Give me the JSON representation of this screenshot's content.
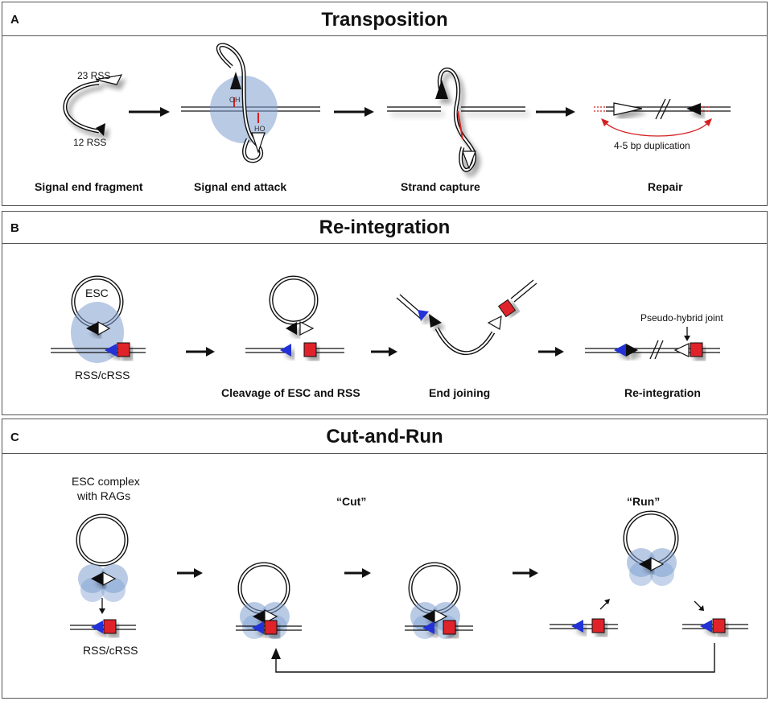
{
  "panels": {
    "a": {
      "letter": "A",
      "title": "Transposition",
      "labels": {
        "rss23": "23 RSS",
        "rss12": "12 RSS",
        "oh_top": "OH",
        "oh_bottom": "HO",
        "duplication": "4-5 bp duplication"
      },
      "steps": [
        "Signal end fragment",
        "Signal end attack",
        "Strand capture",
        "Repair"
      ]
    },
    "b": {
      "letter": "B",
      "title": "Re-integration",
      "labels": {
        "esc": "ESC",
        "rss_crss": "RSS/cRSS",
        "pseudo_hybrid": "Pseudo-hybrid joint"
      },
      "steps": [
        "Cleavage of ESC and RSS",
        "End joining",
        "Re-integration"
      ]
    },
    "c": {
      "letter": "C",
      "title": "Cut-and-Run",
      "labels": {
        "esc_complex_line1": "ESC complex",
        "esc_complex_line2": "with RAGs",
        "rss_crss": "RSS/cRSS",
        "cut": "“Cut”",
        "run": "“Run”"
      }
    }
  },
  "colors": {
    "protein_fill": "#7f9fd0",
    "red_box": "#e0232a",
    "blue_triangle": "#2233d6",
    "black": "#111111",
    "red_line": "#d42020"
  }
}
